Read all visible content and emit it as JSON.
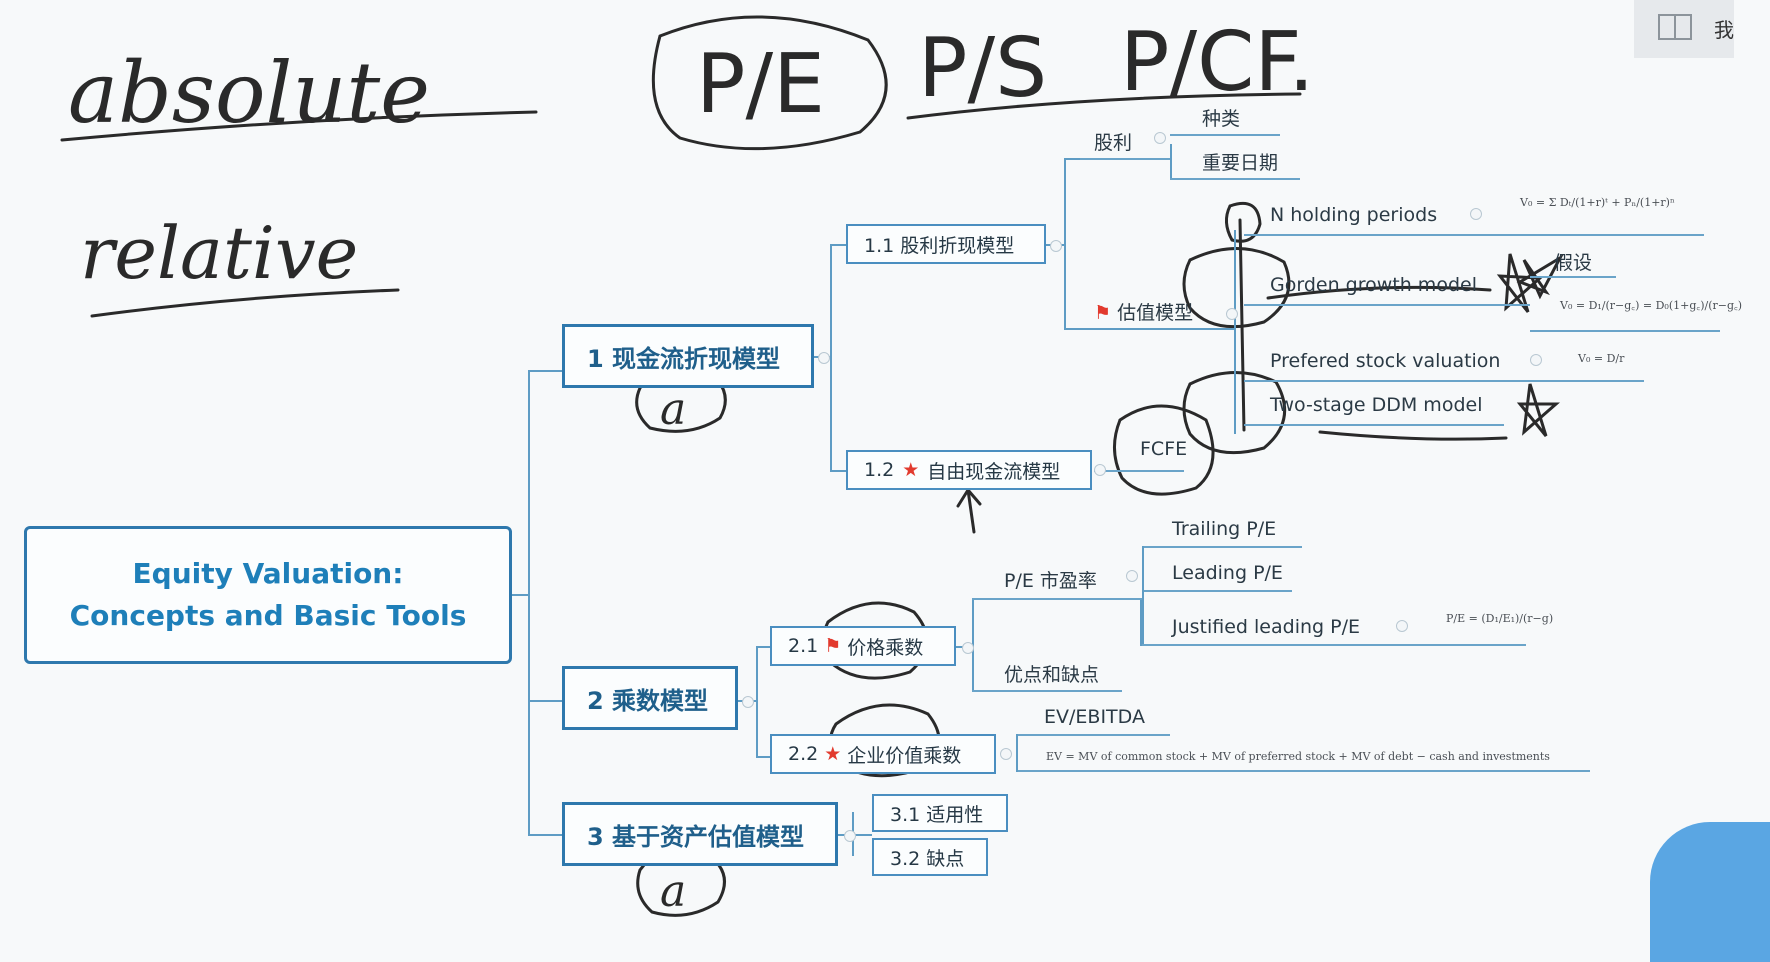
{
  "handwriting": {
    "absolute": "absolute",
    "relative": "relative",
    "pe": "P/E",
    "ps": "P/S",
    "pcf": "P/CF."
  },
  "corner": {
    "label": "我"
  },
  "mindmap": {
    "root_line1": "Equity Valuation:",
    "root_line2": "Concepts and Basic Tools",
    "n1": "1 现金流折现模型",
    "n1_1": "1.1 股利折现模型",
    "n1_2_num": "1.2",
    "n1_2_text": "自由现金流模型",
    "dividend": "股利",
    "kinds": "种类",
    "dates": "重要日期",
    "val_model": "估值模型",
    "n_holding": "N holding periods",
    "gordon": "Gorden growth model",
    "assume": "假设",
    "preferred": "Prefered stock valuation",
    "two_stage": "Two-stage DDM model",
    "fcfe": "FCFE",
    "n2": "2 乘数模型",
    "n2_1_num": "2.1",
    "n2_1_text": "价格乘数",
    "n2_2_num": "2.2",
    "n2_2_text": "企业价值乘数",
    "pe_ratio": "P/E 市盈率",
    "trailing": "Trailing P/E",
    "leading": "Leading P/E",
    "justified": "Justified leading P/E",
    "pros_cons": "优点和缺点",
    "ev_ebitda": "EV/EBITDA",
    "ev_formula": "EV = MV of common stock + MV of preferred stock + MV of debt − cash and investments",
    "n3": "3 基于资产估值模型",
    "n3_1": "3.1 适用性",
    "n3_2": "3.2 缺点"
  },
  "formulas": {
    "n_holding": "V₀ = Σ Dₜ/(1+r)ᵗ + Pₙ/(1+r)ⁿ",
    "gordon": "V₀ = D₁/(r−g꜀) = D₀(1+g꜀)/(r−g꜀)",
    "preferred": "V₀ = D/r",
    "justified": "P/E = (D₁/E₁)/(r−g)"
  },
  "icons": {
    "star": "star-icon",
    "flag": "flag-icon"
  },
  "colors": {
    "border": "#2e78ad",
    "root_text": "#1e7fb9",
    "node_text": "#1f5f8b",
    "connector": "#5e9cc4",
    "mark_red": "#e23a2e",
    "ink": "#2a2a2a"
  }
}
